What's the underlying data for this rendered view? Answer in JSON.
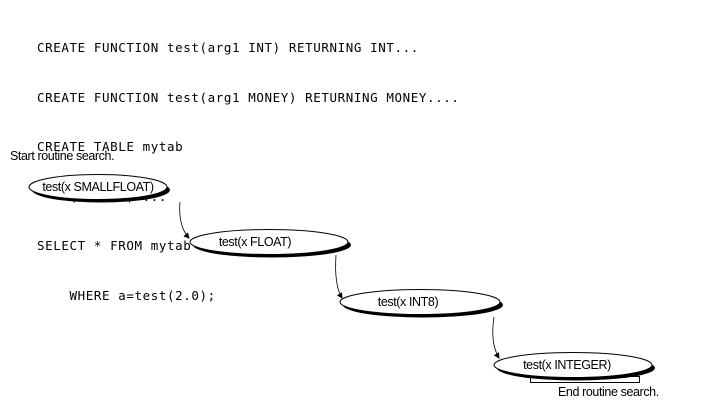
{
  "code": {
    "lines": [
      "CREATE FUNCTION test(arg1 INT) RETURNING INT...",
      "CREATE FUNCTION test(arg1 MONEY) RETURNING MONEY....",
      "CREATE TABLE mytab",
      "    (a real, ...",
      "SELECT * FROM mytab",
      "    WHERE a=test(2.0);"
    ]
  },
  "notes": {
    "start": "Start routine search.",
    "end": "End routine search."
  },
  "steps": [
    {
      "label": "test(x SMALLFLOAT)"
    },
    {
      "label": "test(x FLOAT)"
    },
    {
      "label": "test(x INT8)"
    },
    {
      "label": "test(x INTEGER)"
    }
  ]
}
